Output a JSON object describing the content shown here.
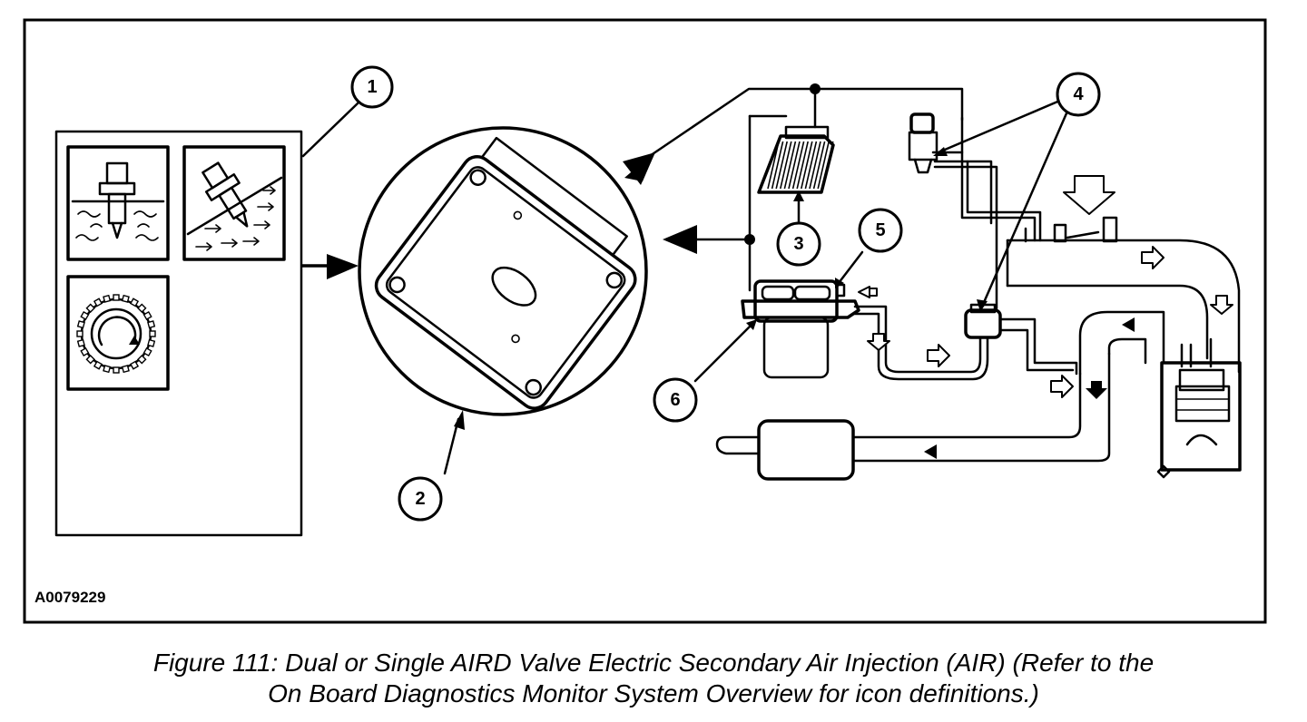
{
  "figure": {
    "reference_id": "A0079229",
    "caption_line1": "Figure 111: Dual or Single AIRD Valve Electric Secondary Air Injection (AIR) (Refer to the",
    "caption_line2": "On Board Diagnostics Monitor System Overview for icon definitions.)"
  },
  "callouts": [
    {
      "id": "1",
      "label": "1"
    },
    {
      "id": "2",
      "label": "2"
    },
    {
      "id": "3",
      "label": "3"
    },
    {
      "id": "4",
      "label": "4"
    },
    {
      "id": "5",
      "label": "5"
    },
    {
      "id": "6",
      "label": "6"
    }
  ],
  "icons": {
    "temperature_sensor": "temperature-sensor-icon",
    "airflow_sensor": "airflow-sensor-icon",
    "speed_sensor": "speed-sensor-icon",
    "pcm": "pcm-module-icon",
    "solenoid": "solenoid-relay-icon",
    "air_pump": "electric-air-pump-icon",
    "aird_valve": "aird-valve-icon",
    "engine": "engine-cylinder-icon",
    "catalyst": "catalytic-converter-icon"
  }
}
